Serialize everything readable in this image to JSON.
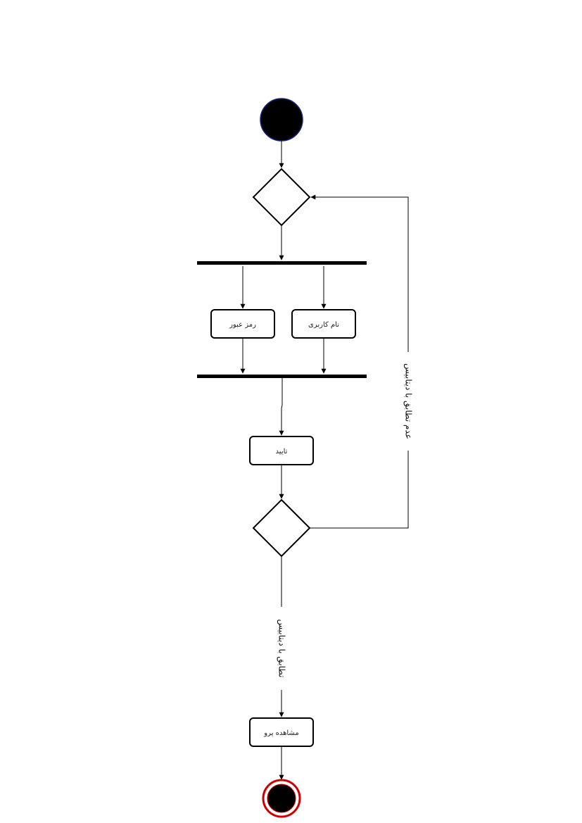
{
  "nodes": {
    "username": "نام کاربری",
    "password": "رمز عبور",
    "confirm": "تایید",
    "view_profile": "مشاهده پرو"
  },
  "edges": {
    "mismatch": "عدم تطابق با دیتابیس",
    "match": "تطابق با دیتابیس"
  },
  "colors": {
    "start_stroke": "#1a237e",
    "end_ring": "#cc0000",
    "stroke": "#000000"
  }
}
